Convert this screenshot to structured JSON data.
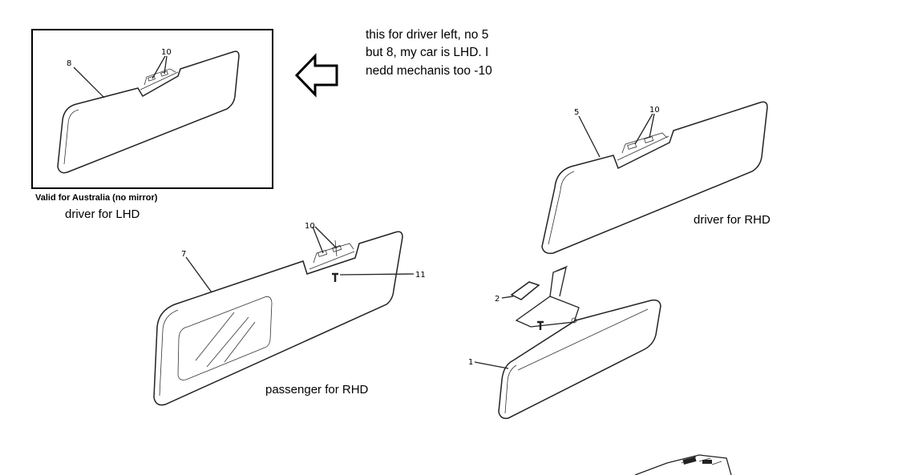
{
  "inset": {
    "caption": "Valid for Australia (no mirror)",
    "part_label": "8",
    "clip_label": "10"
  },
  "labels": {
    "driver_lhd": "driver for LHD",
    "driver_rhd": "driver for RHD",
    "passenger_rhd": "passenger for RHD"
  },
  "note": {
    "lines": [
      "this for driver left, no 5",
      "but 8, my car is LHD. I",
      "nedd mechanis too -10"
    ]
  },
  "parts": {
    "driver_visor": "5",
    "driver_clip": "10",
    "passenger_visor": "7",
    "passenger_clip": "10",
    "screw": "11",
    "mirror_visor": "1",
    "bracket_cover": "2"
  }
}
